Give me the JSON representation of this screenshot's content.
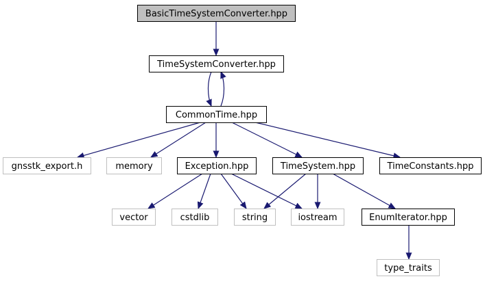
{
  "colors": {
    "edge": "#191970",
    "root_fill": "#bfbfbf",
    "node_border": "#000000",
    "external_border": "#bfbfbf",
    "text": "#000000",
    "background": "#ffffff"
  },
  "nodes": [
    {
      "id": "basic",
      "label": "BasicTimeSystemConverter.hpp",
      "kind": "root"
    },
    {
      "id": "tsc",
      "label": "TimeSystemConverter.hpp",
      "kind": "local"
    },
    {
      "id": "ct",
      "label": "CommonTime.hpp",
      "kind": "local"
    },
    {
      "id": "gnsstk",
      "label": "gnsstk_export.h",
      "kind": "external"
    },
    {
      "id": "memory",
      "label": "memory",
      "kind": "external"
    },
    {
      "id": "exception",
      "label": "Exception.hpp",
      "kind": "local"
    },
    {
      "id": "ts",
      "label": "TimeSystem.hpp",
      "kind": "local"
    },
    {
      "id": "tc",
      "label": "TimeConstants.hpp",
      "kind": "local"
    },
    {
      "id": "vector",
      "label": "vector",
      "kind": "external"
    },
    {
      "id": "cstdlib",
      "label": "cstdlib",
      "kind": "external"
    },
    {
      "id": "string",
      "label": "string",
      "kind": "external"
    },
    {
      "id": "iostream",
      "label": "iostream",
      "kind": "external"
    },
    {
      "id": "enumit",
      "label": "EnumIterator.hpp",
      "kind": "local"
    },
    {
      "id": "typetraits",
      "label": "type_traits",
      "kind": "external"
    }
  ],
  "edges": [
    {
      "from": "basic",
      "to": "tsc"
    },
    {
      "from": "tsc",
      "to": "ct"
    },
    {
      "from": "ct",
      "to": "tsc"
    },
    {
      "from": "ct",
      "to": "gnsstk"
    },
    {
      "from": "ct",
      "to": "memory"
    },
    {
      "from": "ct",
      "to": "exception"
    },
    {
      "from": "ct",
      "to": "ts"
    },
    {
      "from": "ct",
      "to": "tc"
    },
    {
      "from": "exception",
      "to": "vector"
    },
    {
      "from": "exception",
      "to": "cstdlib"
    },
    {
      "from": "exception",
      "to": "string"
    },
    {
      "from": "exception",
      "to": "iostream"
    },
    {
      "from": "ts",
      "to": "string"
    },
    {
      "from": "ts",
      "to": "iostream"
    },
    {
      "from": "ts",
      "to": "enumit"
    },
    {
      "from": "enumit",
      "to": "typetraits"
    }
  ]
}
